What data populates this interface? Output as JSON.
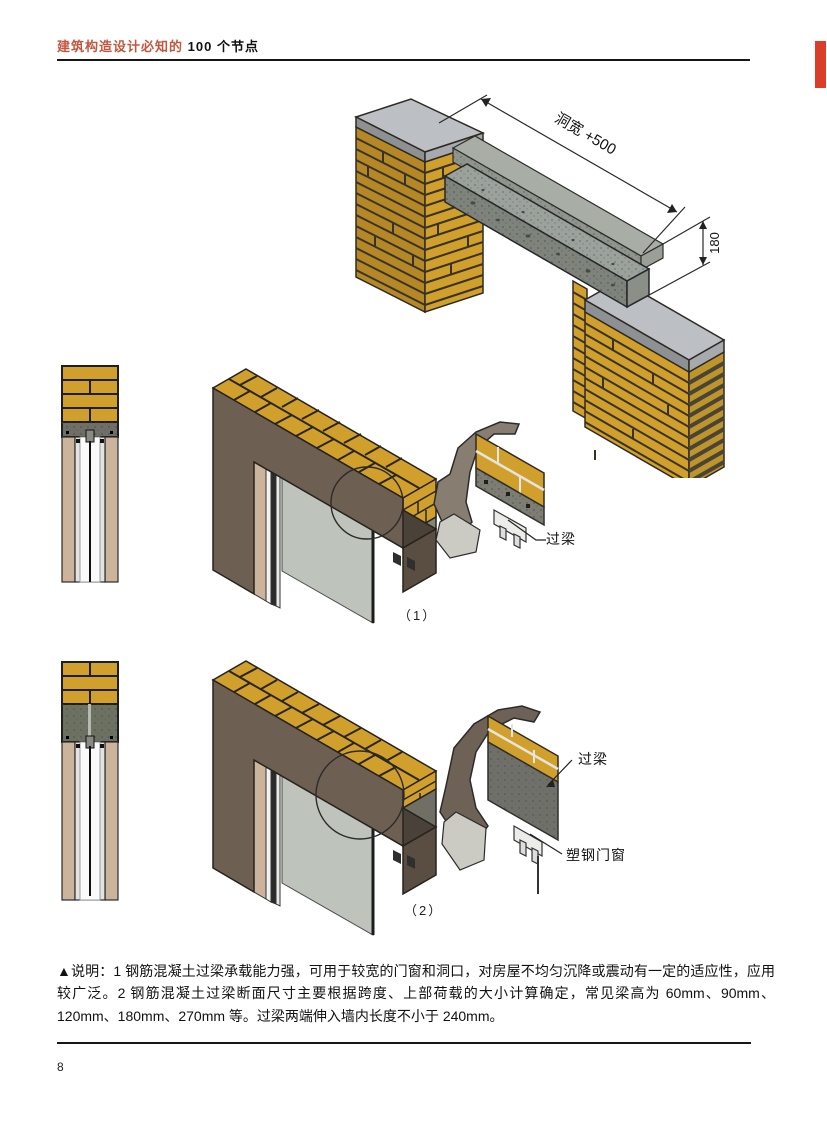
{
  "page": {
    "header": {
      "series_red": "建筑构造设计必知的",
      "series_black": "100 个节点"
    },
    "footer": {
      "page_number": "8"
    },
    "accent_color": "#DC3D28"
  },
  "overview_figure": {
    "dim_span": "洞宽 +500",
    "dim_height": "180"
  },
  "figure1": {
    "caption": "（1）",
    "label_lintel": "过梁"
  },
  "figure2": {
    "caption": "（2）",
    "label_lintel": "过梁",
    "label_window": "塑钢门窗"
  },
  "notes": {
    "text": "▲说明：1 钢筋混凝土过梁承载能力强，可用于较宽的门窗和洞口，对房屋不均匀沉降或震动有一定的适应性，应用较广泛。2 钢筋混凝土过梁断面尺寸主要根据跨度、上部荷载的大小计算确定，常见梁高为 60mm、90mm、120mm、180mm、270mm 等。过梁两端伸入墙内长度不小于 240mm。"
  }
}
